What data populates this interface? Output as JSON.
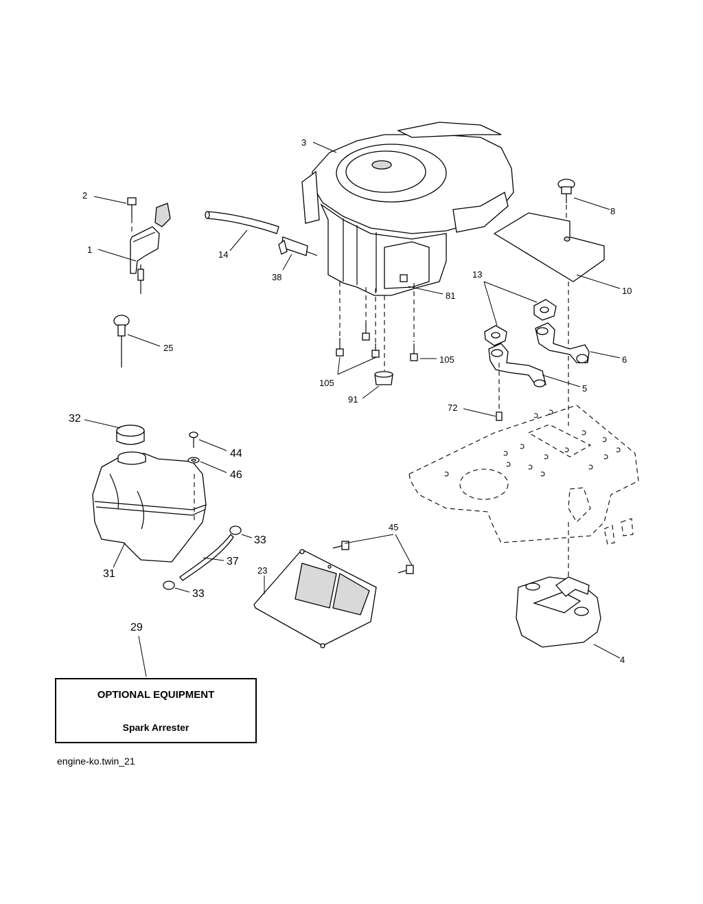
{
  "callouts": {
    "c1": "1",
    "c2": "2",
    "c3": "3",
    "c4": "4",
    "c5": "5",
    "c6": "6",
    "c8": "8",
    "c10": "10",
    "c13": "13",
    "c14": "14",
    "c23": "23",
    "c25": "25",
    "c29": "29",
    "c31": "31",
    "c32": "32",
    "c33a": "33",
    "c33b": "33",
    "c37": "37",
    "c38": "38",
    "c44": "44",
    "c45": "45",
    "c46": "46",
    "c72": "72",
    "c81": "81",
    "c91": "91",
    "c105a": "105",
    "c105b": "105"
  },
  "optional_box": {
    "title": "OPTIONAL EQUIPMENT",
    "item": "Spark Arrester"
  },
  "file_reference": "engine-ko.twin_21"
}
